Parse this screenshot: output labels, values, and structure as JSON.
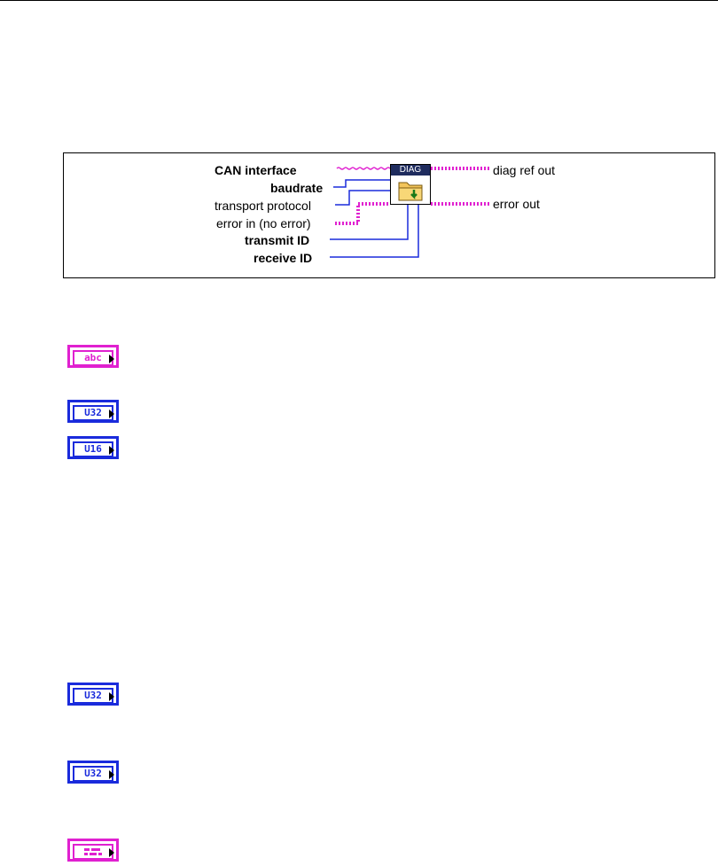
{
  "connector_pane": {
    "icon_banner": "DIAG",
    "inputs": {
      "can_interface": "CAN interface",
      "baudrate": "baudrate",
      "transport_protocol": "transport protocol",
      "error_in": "error in (no error)",
      "transmit_id": "transmit ID",
      "receive_id": "receive ID"
    },
    "outputs": {
      "diag_ref_out": "diag ref out",
      "error_out": "error out"
    }
  },
  "terminals": [
    {
      "type": "abc",
      "kind": "string",
      "color": "#e020d0"
    },
    {
      "type": "U32",
      "kind": "numeric",
      "color": "#1a2bdc"
    },
    {
      "type": "U16",
      "kind": "numeric",
      "color": "#1a2bdc"
    },
    {
      "type": "U32",
      "kind": "numeric",
      "color": "#1a2bdc"
    },
    {
      "type": "U32",
      "kind": "numeric",
      "color": "#1a2bdc"
    },
    {
      "type": "cluster",
      "kind": "cluster",
      "color": "#e020d0"
    }
  ],
  "colors": {
    "string_wire": "#e020d0",
    "numeric_wire": "#1a2bdc",
    "icon_banner": "#1f2c5e"
  }
}
